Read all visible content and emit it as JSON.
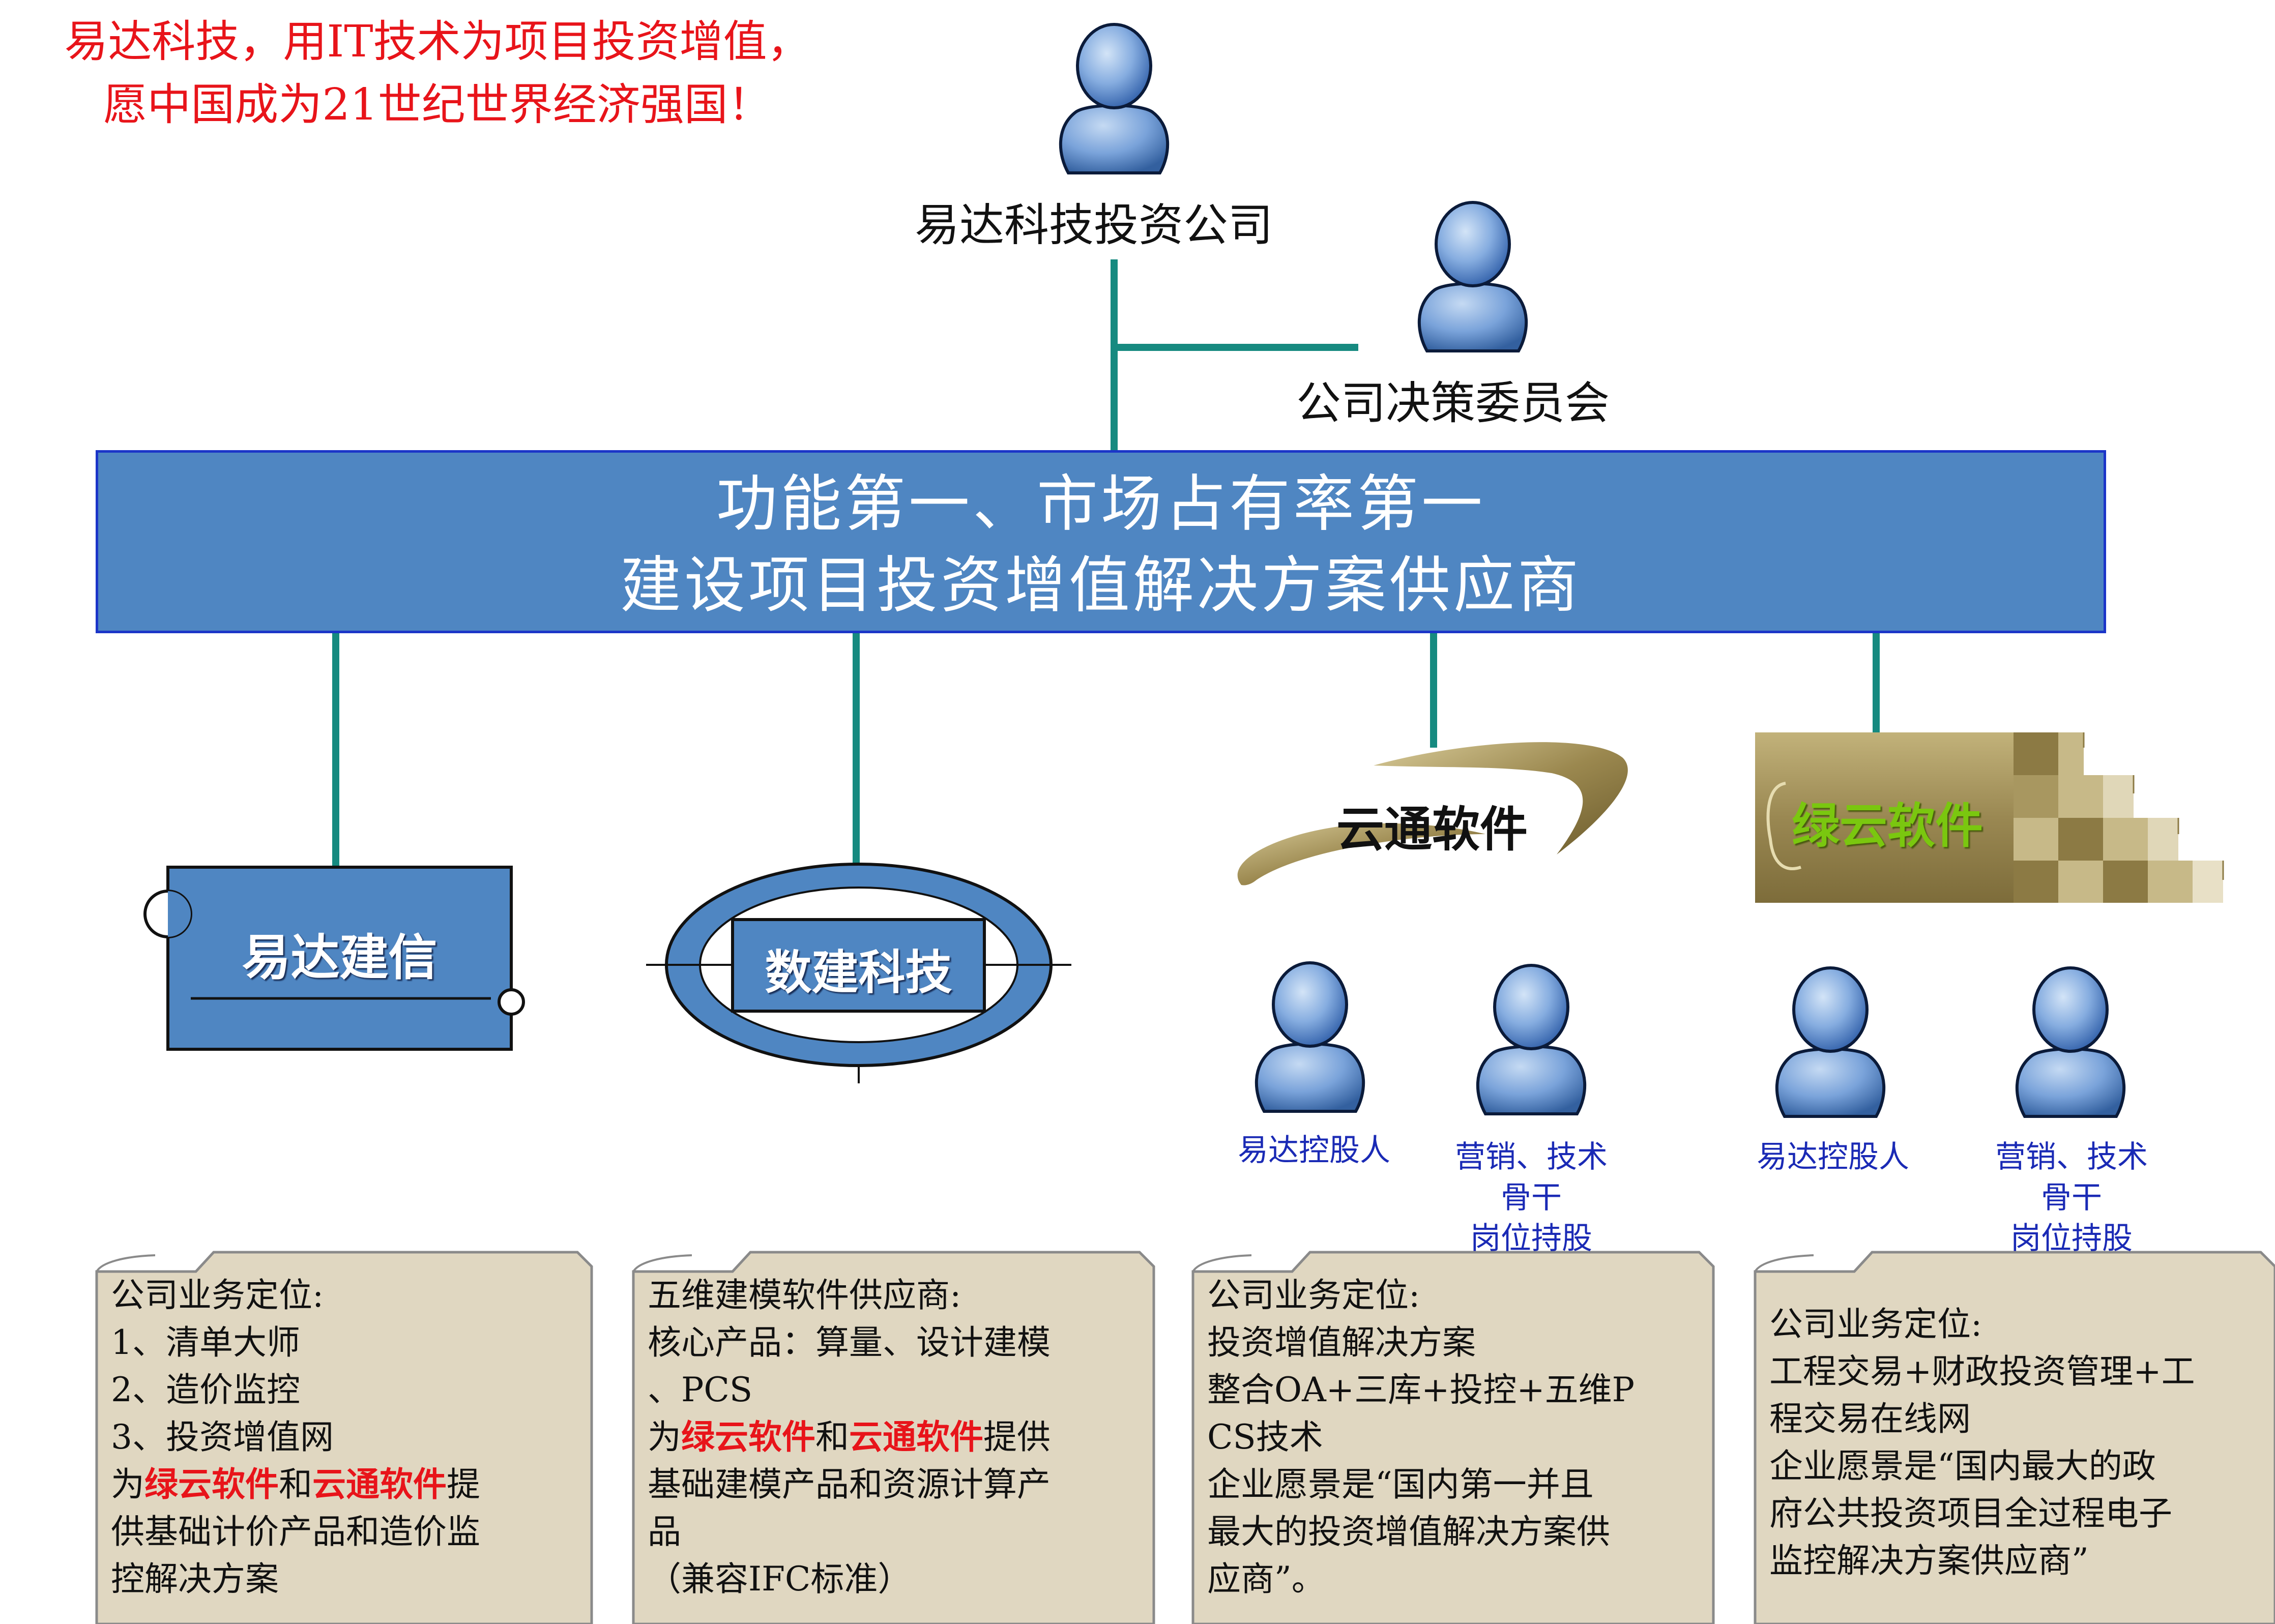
{
  "slogan": {
    "line1": "易达科技，用IT技术为项目投资增值，",
    "line2": "愿中国成为21世纪世界经济强国！"
  },
  "top": {
    "investment_company": "易达科技投资公司",
    "decision_committee": "公司决策委员会"
  },
  "banner": {
    "line1": "功能第一、市场占有率第一",
    "line2": "建设项目投资增值解决方案供应商"
  },
  "subsidiaries": {
    "yida": "易达建信",
    "shujian": "数建科技",
    "yuntong": "云通软件",
    "lvyun": "绿云软件"
  },
  "shareholders": {
    "yuntong_holder1": "易达控股人",
    "yuntong_holder2": [
      "营销、技术",
      "骨干",
      "岗位持股"
    ],
    "lvyun_holder1": "易达控股人",
    "lvyun_holder2": [
      "营销、技术",
      "骨干",
      "岗位持股"
    ]
  },
  "notes": {
    "n1": {
      "l1": "公司业务定位:",
      "l2": "1、清单大师",
      "l3": "2、造价监控",
      "l4": "3、投资增值网",
      "l5_pre": "为",
      "l5_red1": "绿云软件",
      "l5_mid": "和",
      "l5_red2": "云通软件",
      "l5_post": "提",
      "l6": "供基础计价产品和造价监",
      "l7": "控解决方案"
    },
    "n2": {
      "l1": "五维建模软件供应商:",
      "l2": "核心产品：算量、设计建模",
      "l3": "、PCS",
      "l4_pre": "为",
      "l4_red1": "绿云软件",
      "l4_mid": "和",
      "l4_red2": "云通软件",
      "l4_post": "提供",
      "l5": "基础建模产品和资源计算产",
      "l6": "品",
      "l7": "（兼容IFC标准）"
    },
    "n3": {
      "l1": "公司业务定位:",
      "l2": "投资增值解决方案",
      "l3": "整合OA+三库+投控+五维P",
      "l4": "CS技术",
      "l5": "企业愿景是“国内第一并且",
      "l6": "最大的投资增值解决方案供",
      "l7": "应商”。"
    },
    "n4": {
      "l1": "公司业务定位:",
      "l2": "工程交易+财政投资管理+工",
      "l3": "程交易在线网",
      "l4": "企业愿景是“国内最大的政",
      "l5": "府公共投资项目全过程电子",
      "l6": "监控解决方案供应商”"
    }
  },
  "colors": {
    "connector": "#168a80",
    "banner_fill": "#4f86c2",
    "banner_border": "#1b35c8",
    "slogan": "#e8141a",
    "note_fill": "#e0d7c1",
    "holder_text": "#1a2ab5",
    "lvyun_text": "#7ac70f",
    "gold": "#8c7a44"
  }
}
